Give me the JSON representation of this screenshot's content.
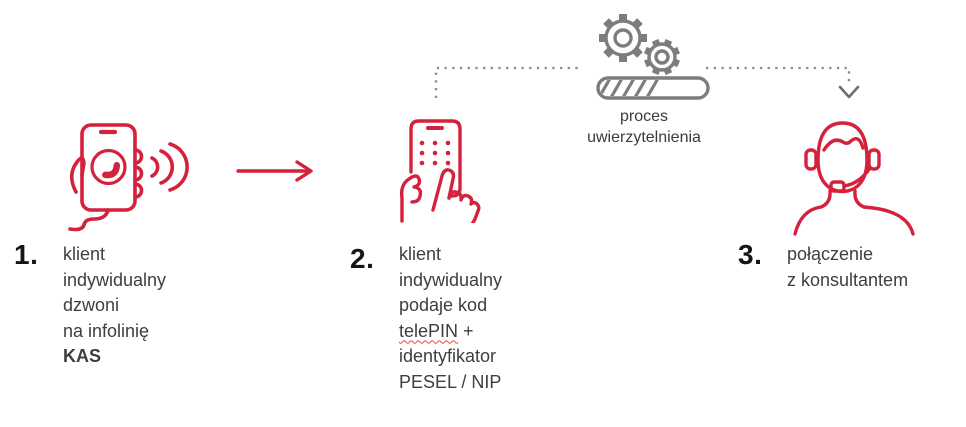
{
  "colors": {
    "accent_red": "#d4213c",
    "connector_gray": "#8c8c8c",
    "gear_gray": "#7d7d7d",
    "arrowhead_gray": "#6e6e6e",
    "text_dark": "#3e3e3e",
    "number_dark": "#151515",
    "spellcheck_red": "#e84a3c"
  },
  "icons": {
    "step1": "phone-call-sound-waves-icon",
    "step2": "phone-keypad-touch-icon",
    "step3": "consultant-headset-icon",
    "process": "gears-icon",
    "progress": "progress-bar-icon",
    "flow": "right-arrow-icon",
    "drop": "down-arrow-icon"
  },
  "auth_process": {
    "label_line1": "proces",
    "label_line2": "uwierzytelnienia"
  },
  "steps": [
    {
      "number": "1.",
      "line1": "klient",
      "line2": "indywidualny",
      "line3": "dzwoni",
      "line4": "na infolinię",
      "line5": "KAS"
    },
    {
      "number": "2.",
      "line1": "klient",
      "line2": "indywidualny",
      "line3": "podaje kod",
      "line4_word": "telePIN",
      "line4_rest": " +",
      "line5": "identyfikator",
      "line6": "PESEL / NIP"
    },
    {
      "number": "3.",
      "line1": "połączenie",
      "line2": "z konsultantem"
    }
  ]
}
